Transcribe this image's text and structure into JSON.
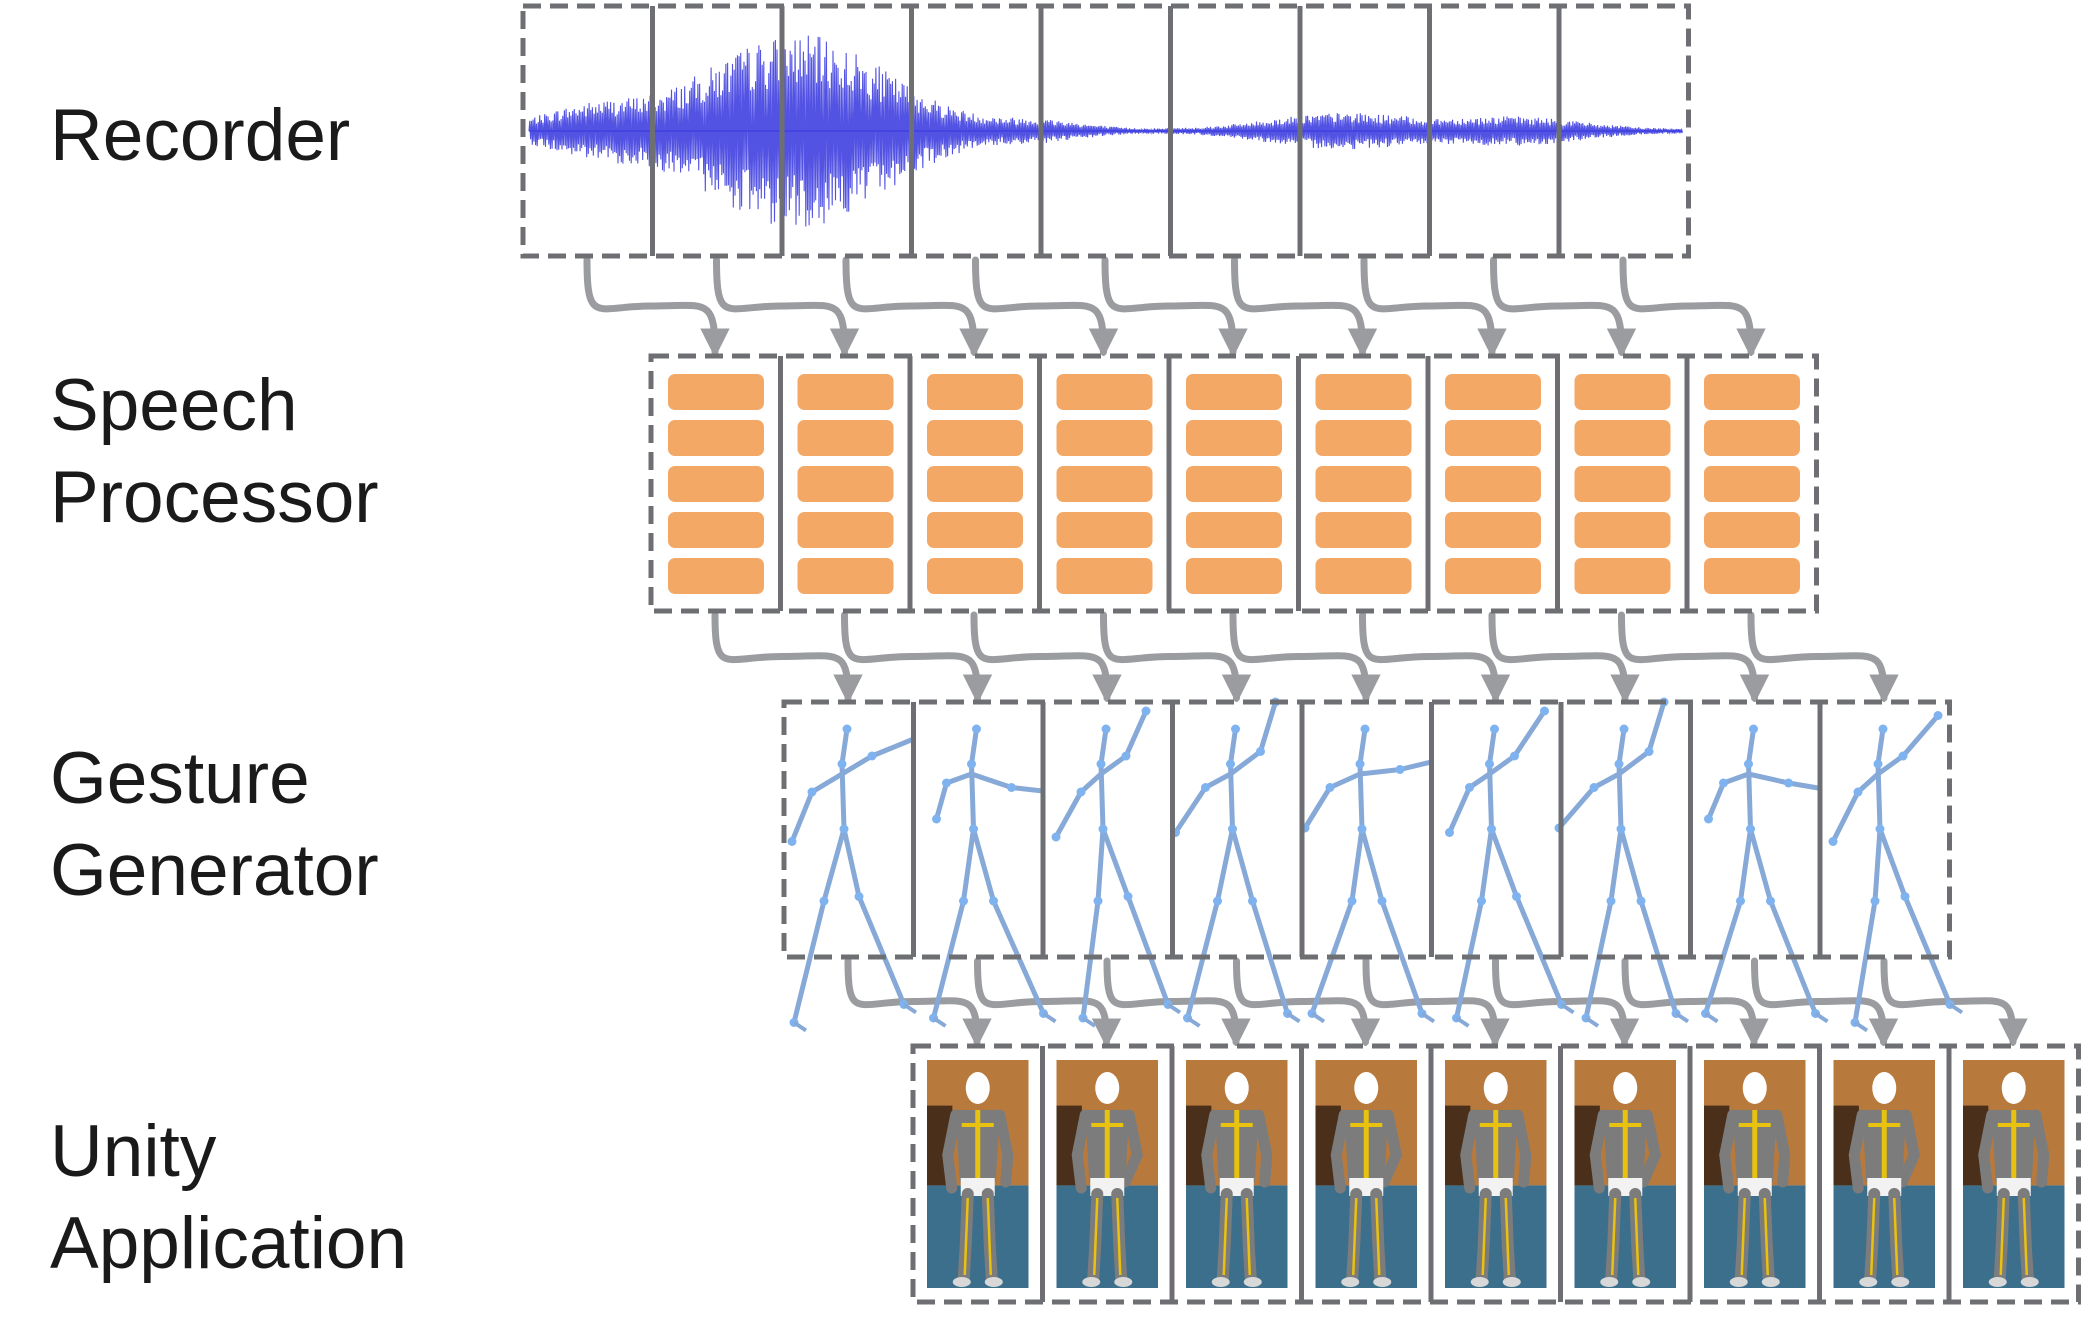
{
  "stages": [
    {
      "id": "recorder",
      "label": "Recorder"
    },
    {
      "id": "speech-processor",
      "label": "Speech\nProcessor"
    },
    {
      "id": "gesture-generator",
      "label": "Gesture\nGenerator"
    },
    {
      "id": "unity-application",
      "label": "Unity\nApplication"
    }
  ],
  "frames_per_stage": 9,
  "colors": {
    "frame_border": "#6d6f73",
    "arrow": "#9a9c9f",
    "waveform": "#3f3fe0",
    "feature_block": "#f4a866",
    "skeleton": "#86a9d8",
    "skeleton_joint": "#7fb3ef",
    "avatar_bg_top": "#b87a3c",
    "avatar_bg_bottom": "#3b6f8c",
    "avatar_body": "#7c7c7c",
    "avatar_accent": "#e8c20f"
  }
}
